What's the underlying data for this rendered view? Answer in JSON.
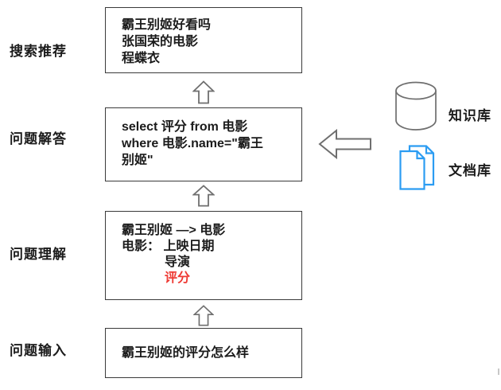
{
  "pipeline": {
    "stages": [
      {
        "id": "search-suggest",
        "label": "搜索推荐",
        "box_lines": [
          {
            "text": "霸王别姬好看吗"
          },
          {
            "text": "张国荣的电影"
          },
          {
            "text": "程蝶衣"
          }
        ]
      },
      {
        "id": "question-answer",
        "label": "问题解答",
        "box_lines": [
          {
            "text": "select 评分 from 电影"
          },
          {
            "text": "where 电影.name=\"霸王"
          },
          {
            "text": "别姬\""
          }
        ]
      },
      {
        "id": "question-understand",
        "label": "问题理解",
        "box_lines": [
          {
            "text": "霸王别姬 —> 电影"
          },
          {
            "text": "电影： 上映日期"
          },
          {
            "text": "导演",
            "indent": true
          },
          {
            "text": "评分",
            "indent": true,
            "highlight": "red"
          }
        ]
      },
      {
        "id": "question-input",
        "label": "问题输入",
        "box_lines": [
          {
            "text": "霸王别姬的评分怎么样"
          }
        ]
      }
    ]
  },
  "resources": {
    "knowledge_base": {
      "icon": "database-icon",
      "label": "知识库"
    },
    "document_store": {
      "icon": "documents-icon",
      "label": "文档库"
    }
  },
  "icons": {
    "up_arrow": "up-arrow-icon",
    "left_arrow": "left-arrow-icon"
  },
  "colors": {
    "background": "#ffffff",
    "box_border": "#3a3a3a",
    "text": "#1b1b1b",
    "highlight_red": "#ee3a34",
    "document_blue": "#2b9cf2",
    "arrow_gray": "#6f6f6f"
  }
}
